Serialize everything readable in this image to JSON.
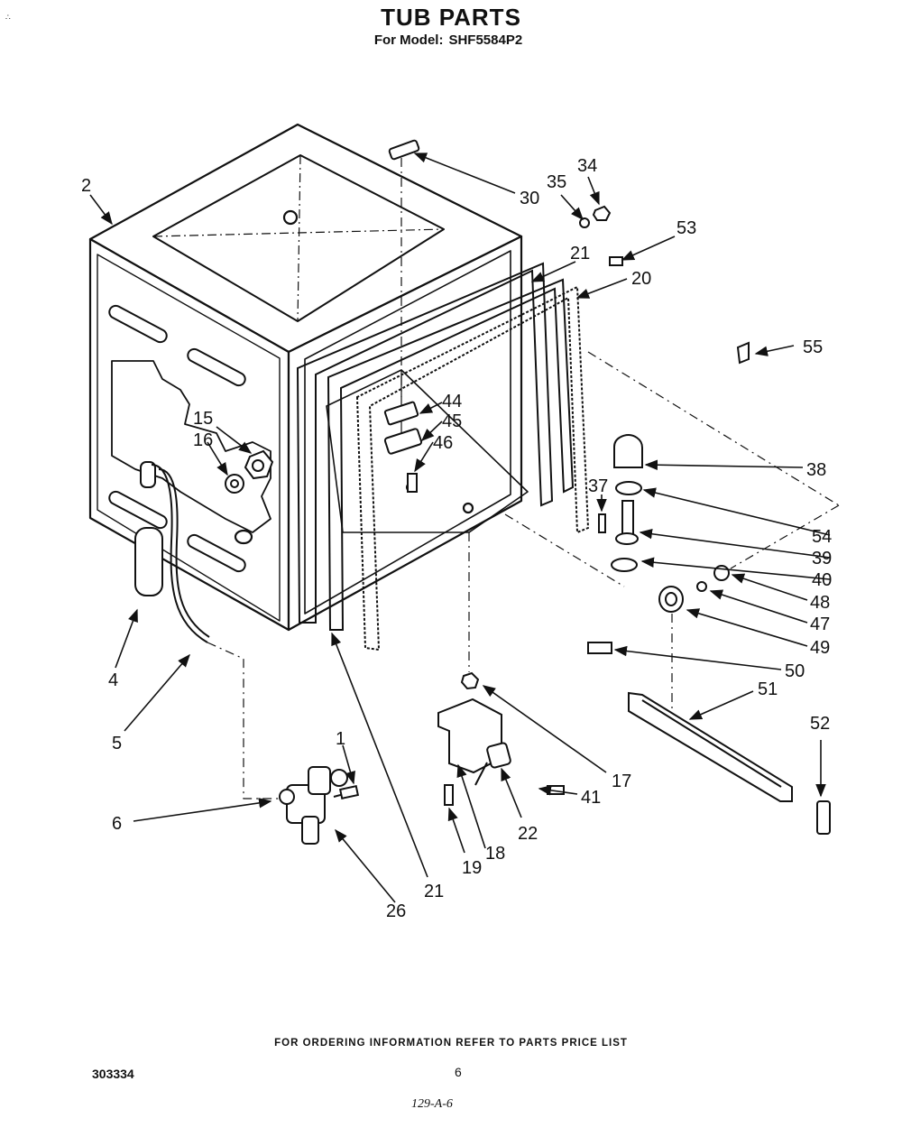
{
  "header": {
    "title": "TUB PARTS",
    "model_prefix": "For Model:",
    "model": "SHF5584P2"
  },
  "callouts": {
    "p1": "1",
    "p2": "2",
    "p4": "4",
    "p5": "5",
    "p6": "6",
    "p15": "15",
    "p16": "16",
    "p17": "17",
    "p18": "18",
    "p19": "19",
    "p20": "20",
    "p21a": "21",
    "p21b": "21",
    "p22": "22",
    "p26": "26",
    "p30": "30",
    "p34": "34",
    "p35": "35",
    "p37": "37",
    "p38": "38",
    "p39": "39",
    "p40": "40",
    "p41": "41",
    "p44": "44",
    "p45": "45",
    "p46": "46",
    "p47": "47",
    "p48": "48",
    "p49": "49",
    "p50": "50",
    "p51": "51",
    "p52": "52",
    "p53": "53",
    "p54": "54",
    "p55": "55"
  },
  "footer": {
    "ordering_note": "FOR ORDERING INFORMATION REFER TO PARTS PRICE LIST",
    "doc_number": "303334",
    "page_number": "6",
    "handwritten_note": "129-A-6"
  }
}
